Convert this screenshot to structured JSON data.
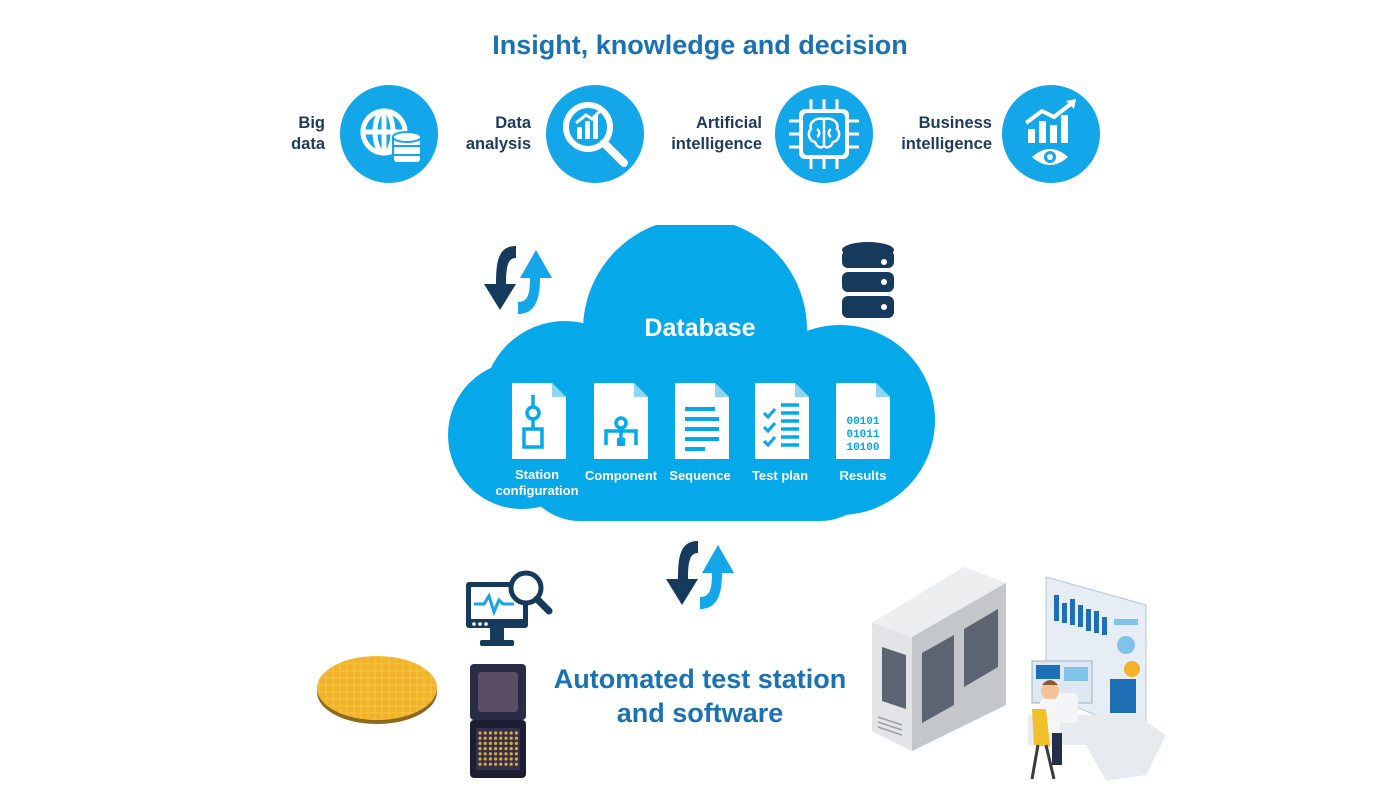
{
  "title": "Insight, knowledge and decision",
  "insights": [
    {
      "line1": "Big",
      "line2": "data",
      "icon": "globe-database-icon"
    },
    {
      "line1": "Data",
      "line2": "analysis",
      "icon": "magnifier-chart-icon"
    },
    {
      "line1": "Artificial",
      "line2": "intelligence",
      "icon": "brain-chip-icon"
    },
    {
      "line1": "Business",
      "line2": "intelligence",
      "icon": "chart-eye-icon"
    }
  ],
  "database": {
    "title": "Database",
    "documents": [
      {
        "line1": "Station",
        "line2": "configuration",
        "icon": "station-doc-icon"
      },
      {
        "line1": "Component",
        "line2": "",
        "icon": "component-doc-icon"
      },
      {
        "line1": "Sequence",
        "line2": "",
        "icon": "sequence-doc-icon"
      },
      {
        "line1": "Test plan",
        "line2": "",
        "icon": "test-plan-doc-icon"
      },
      {
        "line1": "Results",
        "line2": "",
        "icon": "results-doc-icon"
      }
    ],
    "binary_lines": [
      "00101",
      "01011",
      "10100"
    ]
  },
  "station": {
    "line1": "Automated test station",
    "line2": "and software"
  },
  "colors": {
    "accent": "#13a6e8",
    "dark_navy": "#163a5c",
    "title_blue": "#1a72b3"
  }
}
